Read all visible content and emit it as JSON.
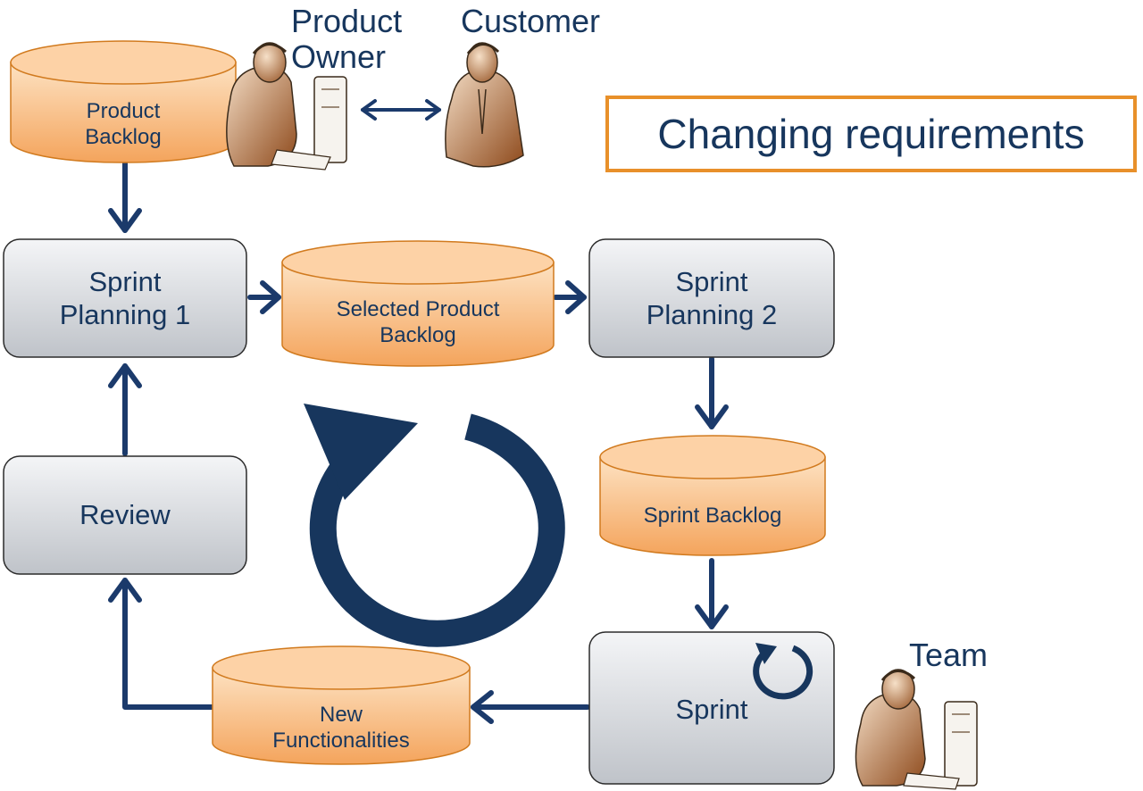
{
  "colors": {
    "arrow": "#1b3a6b",
    "box_fill_top": "#f4f5f7",
    "box_fill_bottom": "#bfc3c9",
    "box_stroke": "#2b2b2b",
    "db_fill_top": "#fde2c2",
    "db_fill_bottom": "#f4a45c",
    "db_stroke": "#d17a1e",
    "text": "#17365d",
    "callout_border": "#e8902a"
  },
  "nodes": {
    "sprint_planning_1": {
      "label": "Sprint\nPlanning 1"
    },
    "sprint_planning_2": {
      "label": "Sprint\nPlanning 2"
    },
    "review": {
      "label": "Review"
    },
    "sprint": {
      "label": "Sprint"
    }
  },
  "backlogs": {
    "product_backlog": {
      "label": "Product\nBacklog"
    },
    "selected_product_backlog": {
      "label": "Selected Product\nBacklog"
    },
    "sprint_backlog": {
      "label": "Sprint Backlog"
    },
    "new_functionalities": {
      "label": "New\nFunctionalities"
    }
  },
  "roles": {
    "product_owner": "Product\nOwner",
    "customer": "Customer",
    "team": "Team"
  },
  "callout": {
    "text": "Changing requirements"
  },
  "icons": {
    "cycle": "circular-arrow-icon",
    "sprint_cycle": "small-circular-arrow-icon",
    "person_computer": "person-at-computer-icon",
    "person": "person-icon"
  }
}
